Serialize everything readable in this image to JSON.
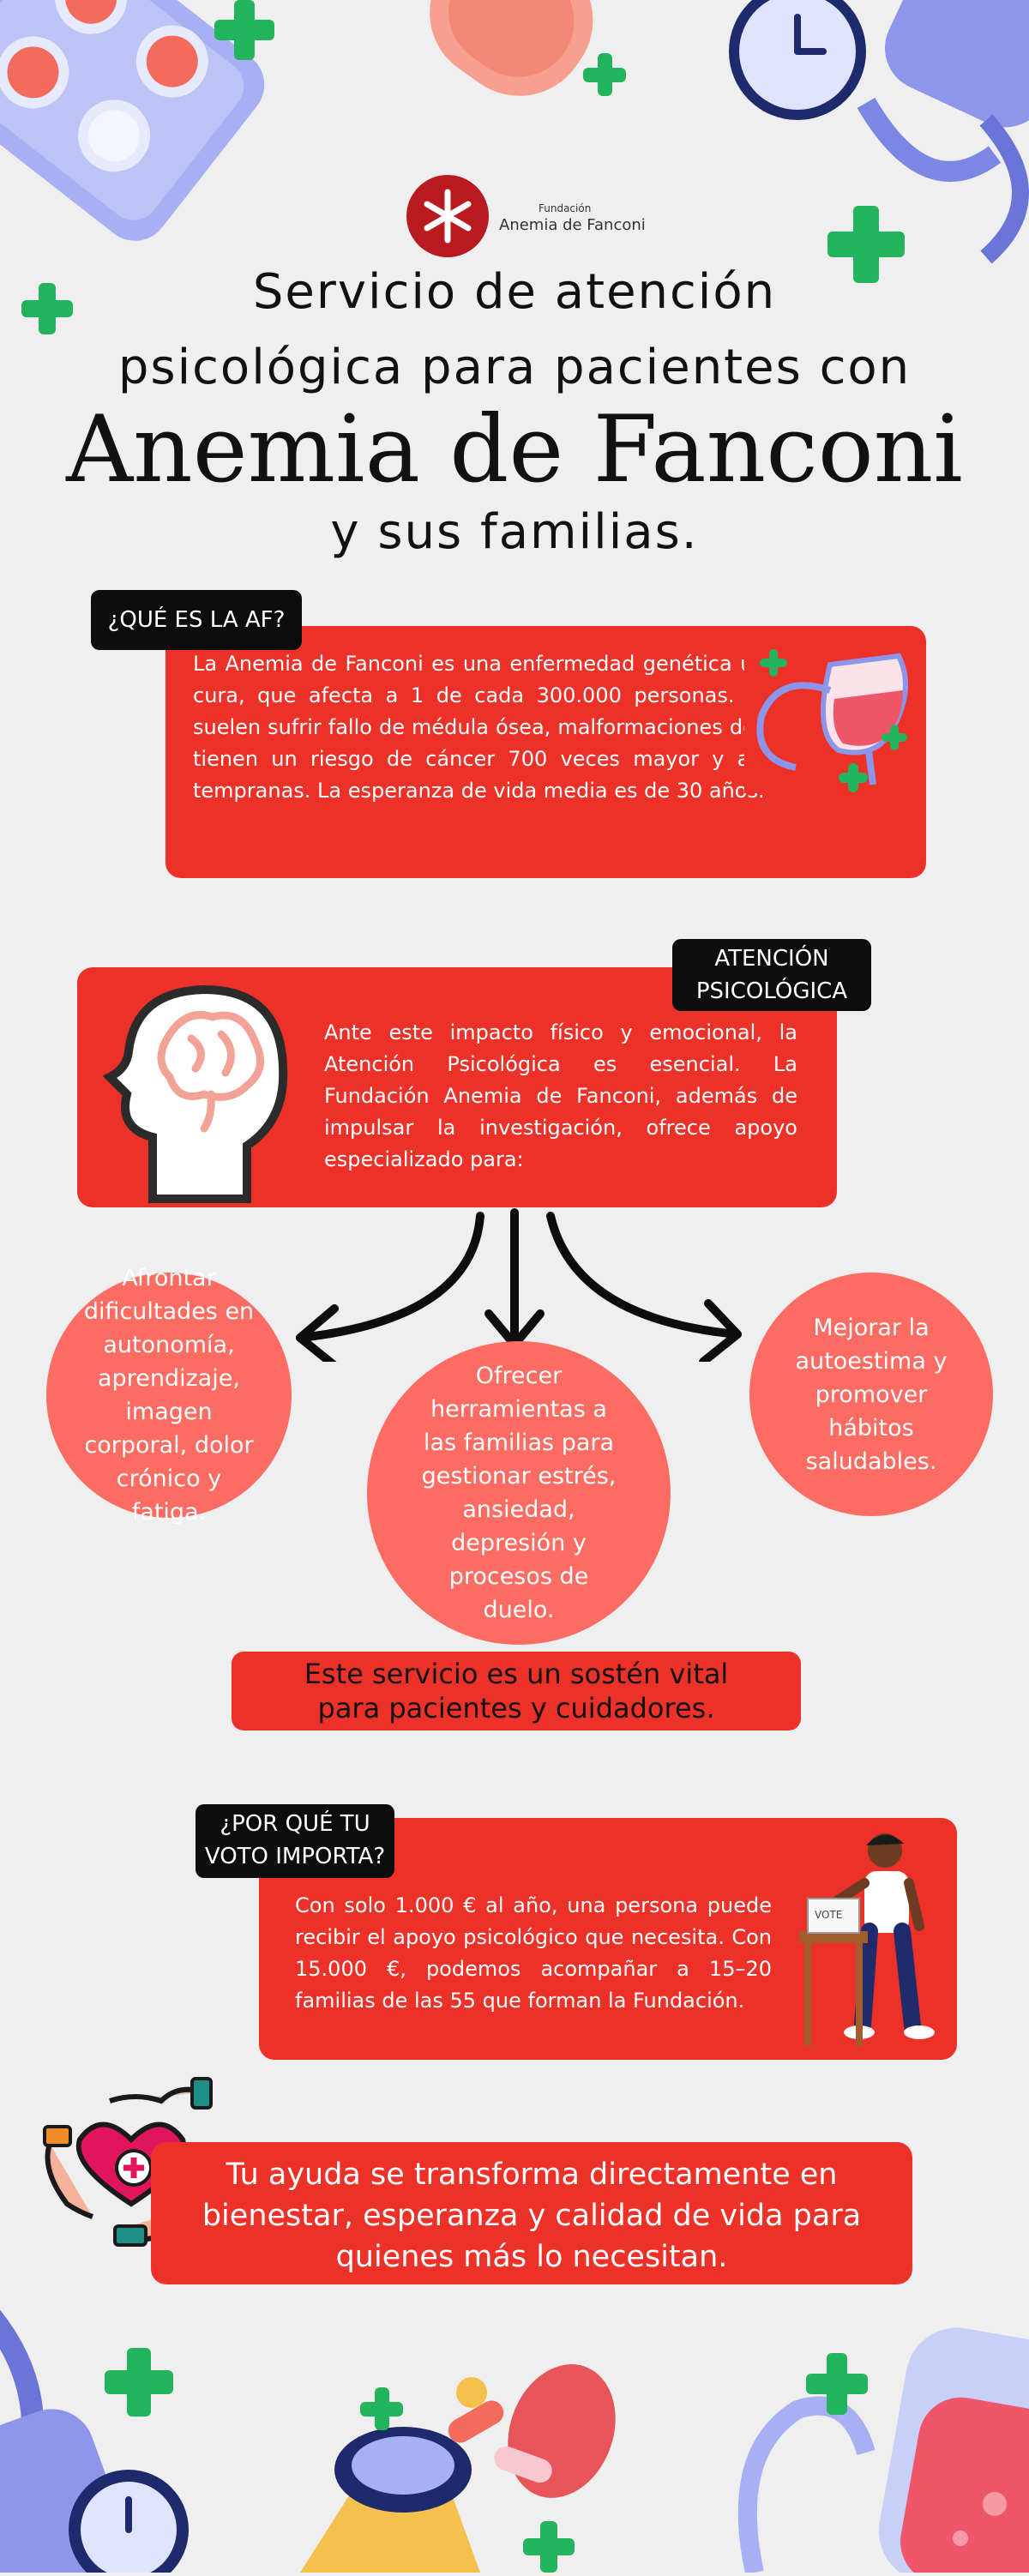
{
  "header": {
    "logo_small": "Fundación",
    "logo_name": "Anemia de Fanconi",
    "title_line1": "Servicio de atención",
    "title_line2": "psicológica para pacientes con",
    "title_line3": "Anemia de Fanconi",
    "title_line4": "y sus familias."
  },
  "section_af": {
    "tag": "¿QUÉ ES LA AF?",
    "text": "La Anemia de Fanconi es una enfermedad genética ultrarrara y sin cura, que afecta a 1 de cada 300.000 personas. Sus pacientes suelen sufrir fallo de médula ósea, malformaciones de nacimiento y tienen un riesgo de cáncer 700 veces mayor y a edades muy tempranas. La esperanza de vida media es de 30 años."
  },
  "section_atencion": {
    "tag_line1": "ATENCIÓN",
    "tag_line2": "PSICOLÓGICA",
    "text": "Ante este impacto físico y emocional, la Atención Psicológica es esencial. La Fundación Anemia de Fanconi, además de impulsar la investigación, ofrece apoyo especializado para:"
  },
  "circles": {
    "left": "Afrontar dificultades en autonomía, aprendizaje, imagen corporal, dolor crónico y fatiga.",
    "center": "Ofrecer herramientas a las familias para gestionar estrés, ansiedad, depresión y procesos de duelo.",
    "right": "Mejorar la autoestima y promover hábitos saludables."
  },
  "vital": {
    "line1": "Este servicio es un sostén vital",
    "line2": "para pacientes y cuidadores."
  },
  "section_voto": {
    "tag_line1": "¿POR QUÉ TU",
    "tag_line2": "VOTO IMPORTA?",
    "text": "Con solo 1.000 € al año, una persona puede recibir el apoyo psicológico que necesita. Con 15.000 €, podemos acompañar a 15–20 familias de las 55 que forman la Fundación.",
    "ballot_label": "VOTE"
  },
  "closing": {
    "line1": "Tu ayuda se transforma directamente en",
    "line2": "bienestar, esperanza y calidad de vida para",
    "line3": "quienes más lo necesitan."
  },
  "colors": {
    "background": "#efefef",
    "accent_red": "#ec3128",
    "circle_coral": "#fd6c63",
    "tag_black": "#0d0d0d",
    "cross_green": "#24b45d",
    "lavender": "#9aa3ef"
  }
}
